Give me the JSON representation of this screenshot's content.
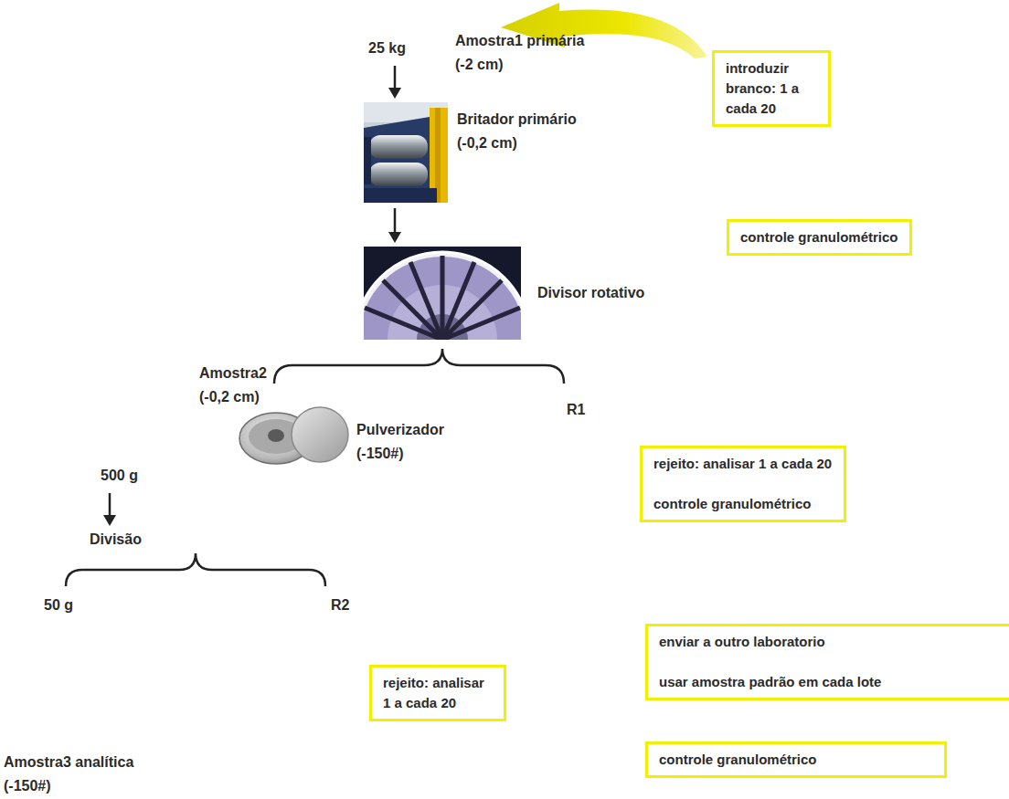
{
  "diagram": {
    "nodes": [
      {
        "text": [
          "introduzir branco: 1 a cada 20"
        ]
      },
      {
        "text": [
          "controle granulométrico"
        ]
      },
      {
        "text": [
          "rejeito: analisar 1 a cada 20",
          "controle granulométrico"
        ]
      },
      {
        "text": [
          "enviar a outro laboratorio",
          "usar amostra padrão em cada lote"
        ]
      },
      {
        "text": [
          "rejeito: analisar 1 a cada 20"
        ]
      },
      {
        "text": [
          "controle granulométrico"
        ]
      }
    ],
    "labels": [
      "25 kg",
      "Amostra1 primária (-2 cm)",
      "Britador primário (-0,2 cm)",
      "Divisor rotativo",
      "Amostra2 (-0,2 cm)",
      "R1",
      "Pulverizador (-150#)",
      "500 g",
      "Divisão",
      "50 g",
      "R2",
      "Amostra3 analítica (-150#)"
    ]
  }
}
